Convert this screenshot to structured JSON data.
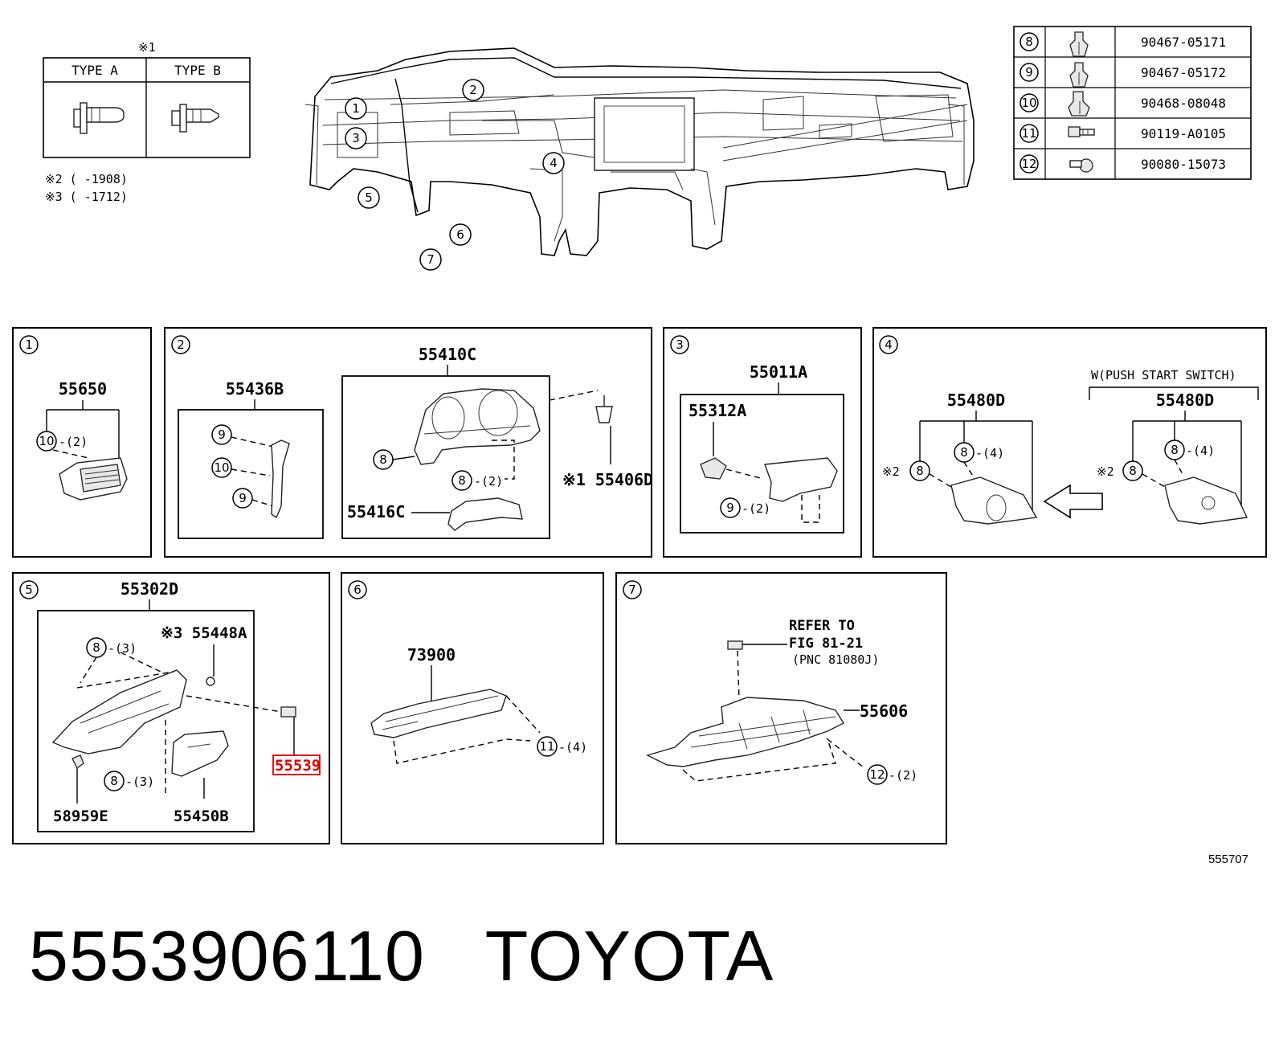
{
  "type_legend": {
    "mark": "※1",
    "type_a": "TYPE A",
    "type_b": "TYPE B",
    "note2": "※2 (     -1908)",
    "note3": "※3 (     -1712)"
  },
  "fastener_table": {
    "rows": [
      {
        "ref": "8",
        "icon": "clip-icon",
        "part": "90467-05171"
      },
      {
        "ref": "9",
        "icon": "clip-icon",
        "part": "90467-05172"
      },
      {
        "ref": "10",
        "icon": "clip-icon",
        "part": "90468-08048"
      },
      {
        "ref": "11",
        "icon": "bolt-icon",
        "part": "90119-A0105"
      },
      {
        "ref": "12",
        "icon": "screw-icon",
        "part": "90080-15073"
      }
    ]
  },
  "overview": {
    "callouts": [
      "1",
      "2",
      "3",
      "4",
      "5",
      "6",
      "7"
    ]
  },
  "panels": {
    "p1": {
      "no": "1",
      "main": "55650",
      "c1": "10",
      "c1q": "-(2)"
    },
    "p2": {
      "no": "2",
      "a": "55436B",
      "b": "55410C",
      "c": "55416C",
      "d": "※1 55406D",
      "c9a": "9",
      "c10": "10",
      "c9b": "9",
      "c8a": "8",
      "c8b": "8",
      "c8bq": "-(2)"
    },
    "p3": {
      "no": "3",
      "main": "55011A",
      "sub": "55312A",
      "c9": "9",
      "c9q": "-(2)"
    },
    "p4": {
      "no": "4",
      "variant": "W(PUSH START SWITCH)",
      "left": "55480D",
      "right": "55480D",
      "c8l": "8",
      "c8lq": "-(4)",
      "s2l": "※2",
      "c8l2": "8",
      "c8r": "8",
      "c8rq": "-(4)",
      "s2r": "※2",
      "c8r2": "8"
    },
    "p5": {
      "no": "5",
      "main": "55302D",
      "a": "※3 55448A",
      "b": "55539",
      "c": "58959E",
      "d": "55450B",
      "c8a": "8",
      "c8aq": "-(3)",
      "c8b": "8",
      "c8bq": "-(3)"
    },
    "p6": {
      "no": "6",
      "main": "73900",
      "c11": "11",
      "c11q": "-(4)"
    },
    "p7": {
      "no": "7",
      "refer1": "REFER TO",
      "refer2": "FIG 81-21",
      "refer3": "(PNC 81080J)",
      "main": "55606",
      "c12": "12",
      "c12q": "-(2)"
    }
  },
  "figure_code": "555707",
  "footer": {
    "part_number": "5553906110",
    "brand": "TOYOTA"
  },
  "highlight_color": "#e00000"
}
